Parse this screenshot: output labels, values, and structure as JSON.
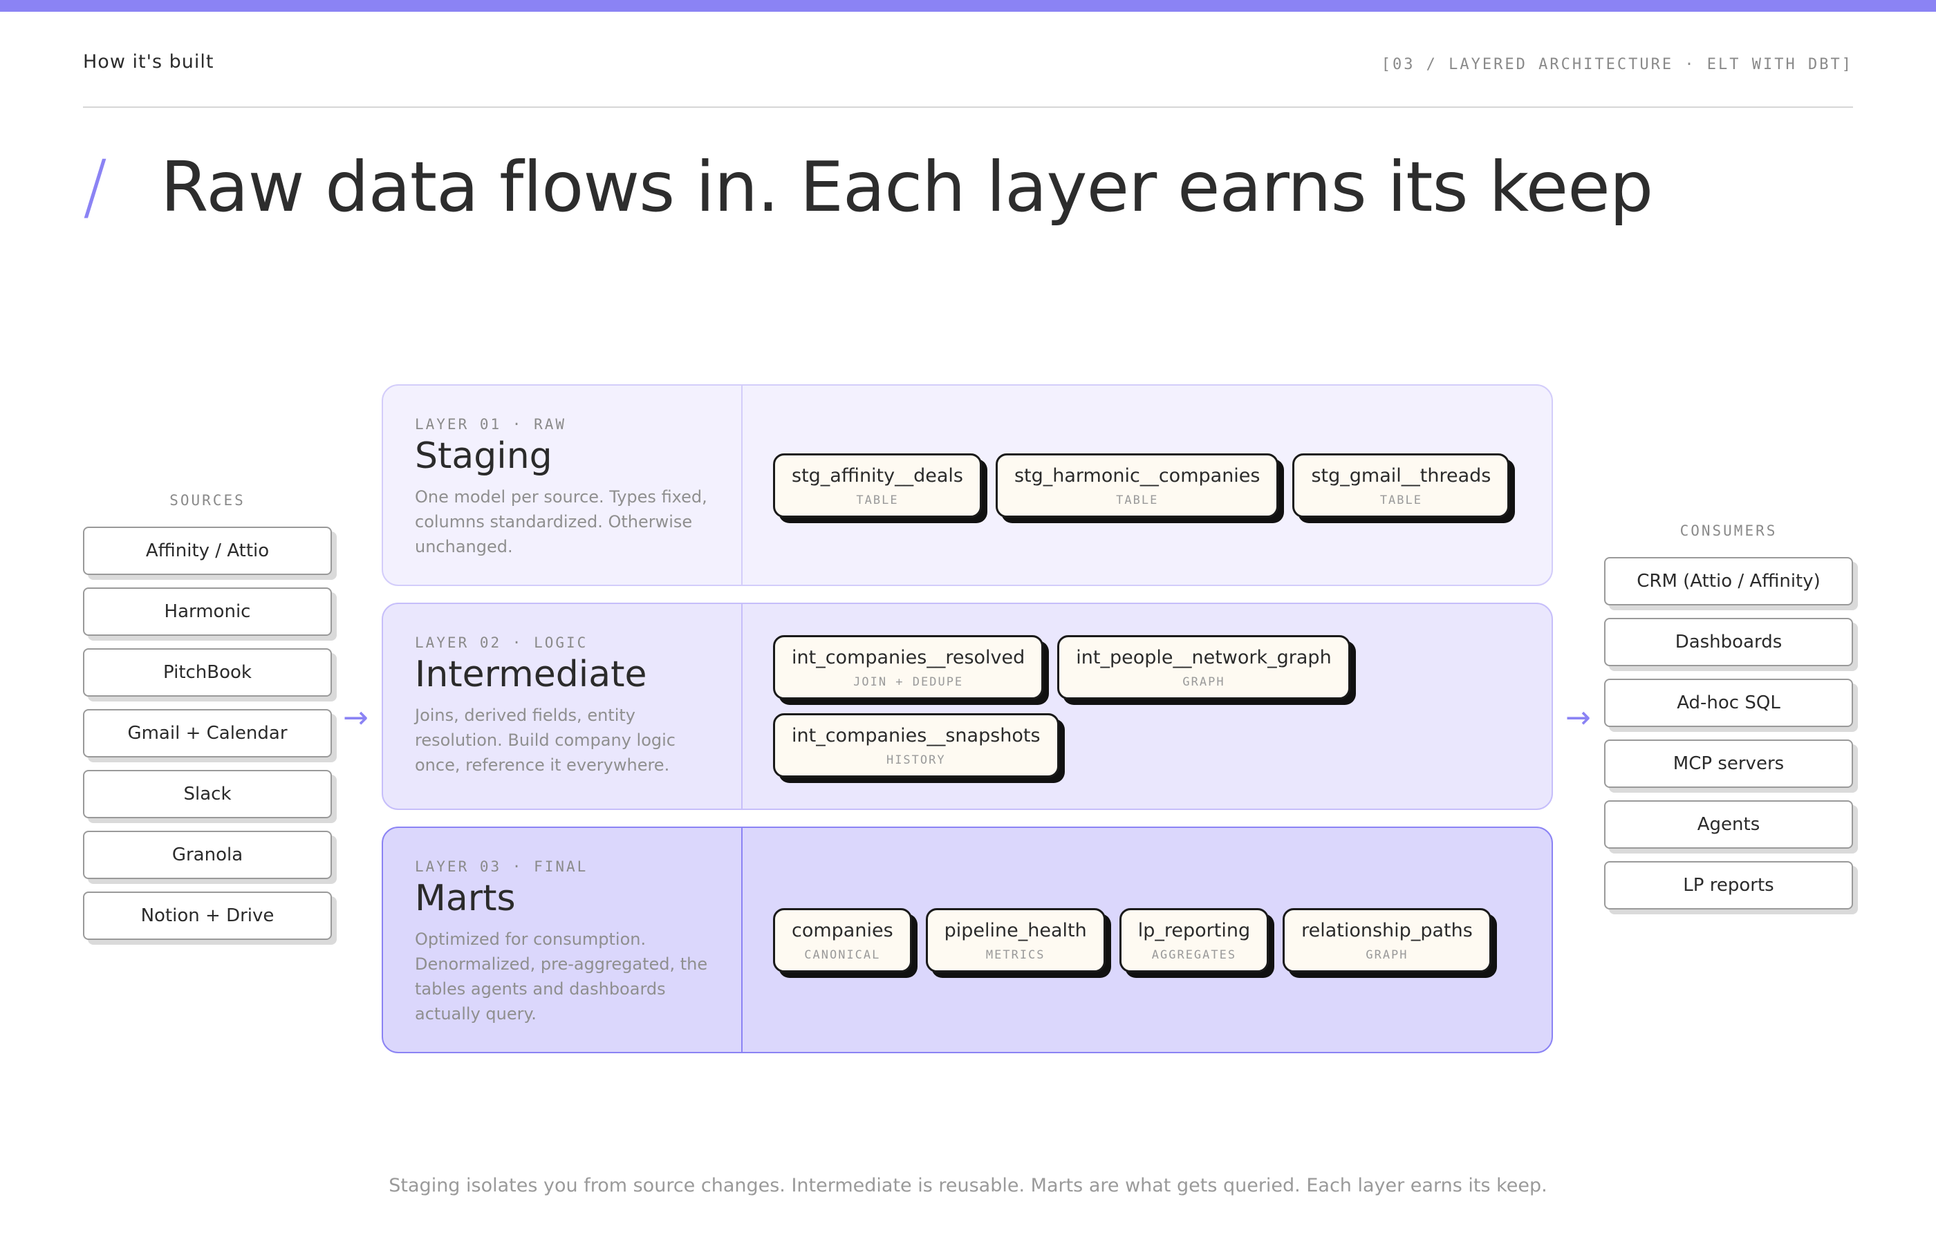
{
  "header": {
    "kicker": "How it's built",
    "section_tag": "[03 / LAYERED ARCHITECTURE · ELT WITH DBT]"
  },
  "headline": {
    "slash": "/",
    "text": "Raw data flows in. Each layer earns its keep"
  },
  "sources": {
    "title": "SOURCES",
    "items": [
      "Affinity / Attio",
      "Harmonic",
      "PitchBook",
      "Gmail + Calendar",
      "Slack",
      "Granola",
      "Notion + Drive"
    ]
  },
  "consumers": {
    "title": "CONSUMERS",
    "items": [
      "CRM (Attio / Affinity)",
      "Dashboards",
      "Ad-hoc SQL",
      "MCP servers",
      "Agents",
      "LP reports"
    ]
  },
  "arrows": {
    "in": "→",
    "out": "→"
  },
  "layers": [
    {
      "tag": "LAYER 01 · RAW",
      "name": "Staging",
      "desc": "One model per source. Types fixed, columns standardized. Otherwise unchanged.",
      "models": [
        {
          "name": "stg_affinity__deals",
          "type": "TABLE"
        },
        {
          "name": "stg_harmonic__companies",
          "type": "TABLE"
        },
        {
          "name": "stg_gmail__threads",
          "type": "TABLE"
        }
      ]
    },
    {
      "tag": "LAYER 02 · LOGIC",
      "name": "Intermediate",
      "desc": "Joins, derived fields, entity resolution. Build company logic once, reference it everywhere.",
      "models": [
        {
          "name": "int_companies__resolved",
          "type": "JOIN + DEDUPE"
        },
        {
          "name": "int_people__network_graph",
          "type": "GRAPH"
        },
        {
          "name": "int_companies__snapshots",
          "type": "HISTORY"
        }
      ]
    },
    {
      "tag": "LAYER 03 · FINAL",
      "name": "Marts",
      "desc": "Optimized for consumption. Denormalized, pre-aggregated, the tables agents and dashboards actually query.",
      "models": [
        {
          "name": "companies",
          "type": "CANONICAL"
        },
        {
          "name": "pipeline_health",
          "type": "METRICS"
        },
        {
          "name": "lp_reporting",
          "type": "AGGREGATES"
        },
        {
          "name": "relationship_paths",
          "type": "GRAPH"
        }
      ]
    }
  ],
  "footer": "Staging isolates you from source changes. Intermediate is reusable. Marts are what gets queried. Each layer earns its keep.",
  "colors": {
    "accent": "#8b83f4",
    "card_bg": "#fefaf2"
  }
}
